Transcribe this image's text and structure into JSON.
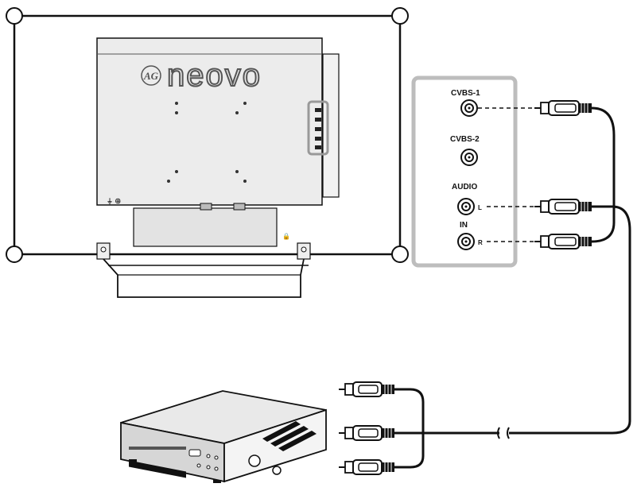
{
  "monitor": {
    "logo_mark": "AG",
    "logo_text": "neovo"
  },
  "panel": {
    "cvbs1_label": "CVBS-1",
    "cvbs2_label": "CVBS-2",
    "audio_label": "AUDIO",
    "in_label": "IN",
    "left_label": "L",
    "right_label": "R"
  },
  "colors": {
    "line": "#111111",
    "panel_frame": "#bdbdbd",
    "monitor_body": "#e8e8e8",
    "device_body": "#d9d9d9"
  }
}
